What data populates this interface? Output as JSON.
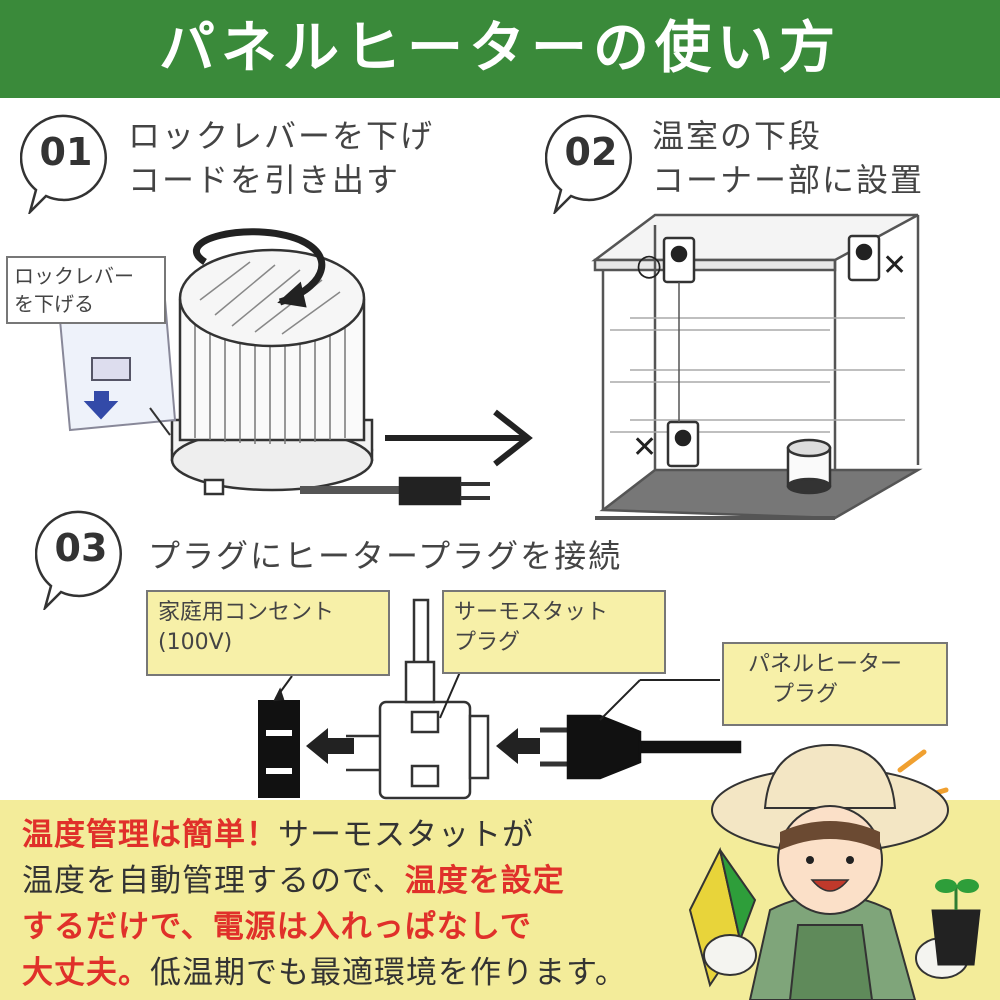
{
  "header": {
    "title": "パネルヒーターの使い方"
  },
  "steps": [
    {
      "number": "01",
      "lines": [
        "ロックレバーを下げ",
        "コードを引き出す"
      ]
    },
    {
      "number": "02",
      "lines": [
        "温室の下段",
        "コーナー部に設置"
      ]
    },
    {
      "number": "03",
      "lines": [
        "プラグにヒータープラグを接続"
      ]
    }
  ],
  "callouts": {
    "lock_lever": [
      "ロックレバー",
      "を下げる"
    ],
    "outlet": [
      "家庭用コンセント",
      "(100V)"
    ],
    "thermostat_plug": [
      "サーモスタット",
      "プラグ"
    ],
    "heater_plug": [
      "パネルヒーター",
      "プラグ"
    ]
  },
  "marks": {
    "ok": "○",
    "ng": "✕"
  },
  "bottom_message": {
    "line1": [
      {
        "t": "温度管理は簡単！",
        "red": true
      },
      {
        "t": "サーモスタットが",
        "red": false
      }
    ],
    "line2": [
      {
        "t": "温度を自動管理するので、",
        "red": false
      },
      {
        "t": "温度を設定",
        "red": true
      }
    ],
    "line3": [
      {
        "t": "するだけで、電源は入れっぱなしで",
        "red": true
      }
    ],
    "line4": [
      {
        "t": "大丈夫。",
        "red": true
      },
      {
        "t": "低温期でも最適環境を作ります。",
        "red": false
      }
    ]
  },
  "colors": {
    "header_bg": "#3a8a3a",
    "bottom_bg": "#f3ec9a",
    "note_bg": "#f7f0a8",
    "highlight_red": "#e0302a"
  }
}
